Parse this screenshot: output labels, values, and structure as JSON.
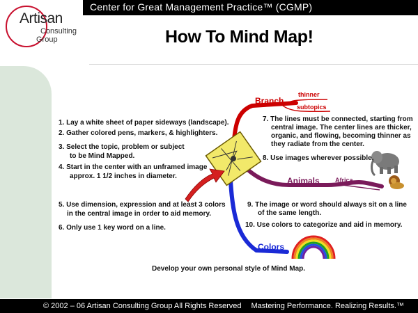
{
  "header": {
    "banner": "Center for Great Management Practice™ (CGMP)",
    "logo_main": "Artisan",
    "logo_sub1": "Consulting",
    "logo_sub2": "Group"
  },
  "title": "How To Mind Map!",
  "steps": {
    "s1": "1. Lay a white sheet of paper sideways (landscape).",
    "s2": "2. Gather colored pens, markers, & highlighters.",
    "s3a": "3. Select the topic, problem or subject",
    "s3b": "to be Mind Mapped.",
    "s4a": "4. Start in the center with an unframed image",
    "s4b": "approx. 1 1/2 inches in diameter.",
    "s5a": "5. Use dimension, expression and at least 3 colors",
    "s5b": "in the central image in order to aid memory.",
    "s6": "6. Only use 1 key word on a line.",
    "s7a": "7. The lines must be connected, starting from",
    "s7b": "central image. The center lines are thicker,",
    "s7c": "organic, and flowing, becoming thinner as",
    "s7d": "they radiate from the center.",
    "s8": "8. Use images wherever possible.",
    "s9a": "9. The image or word should always sit on a line",
    "s9b": "of the same length.",
    "s10": "10. Use colors to categorize and aid in memory."
  },
  "branches": {
    "branch": "Branch",
    "thinner": "thinner",
    "subtopics": "subtopics",
    "animals": "Animals",
    "africa": "Africa",
    "colors": "Colors"
  },
  "closing": "Develop your own personal style of Mind Map.",
  "footer": {
    "left": "© 2002 – 06  Artisan Consulting Group   All Rights Reserved",
    "right": "Mastering Performance. Realizing Results.™"
  },
  "colors": {
    "branch_red": "#cc0000",
    "animals_purple": "#7a1a5a",
    "colors_blue": "#1a2ad6",
    "sidebar_green": "#dbe7db",
    "logo_red": "#c8102e"
  },
  "icons": [
    "central-map-image",
    "arrow-icon",
    "elephant-icon",
    "lion-icon",
    "rainbow-icon"
  ]
}
